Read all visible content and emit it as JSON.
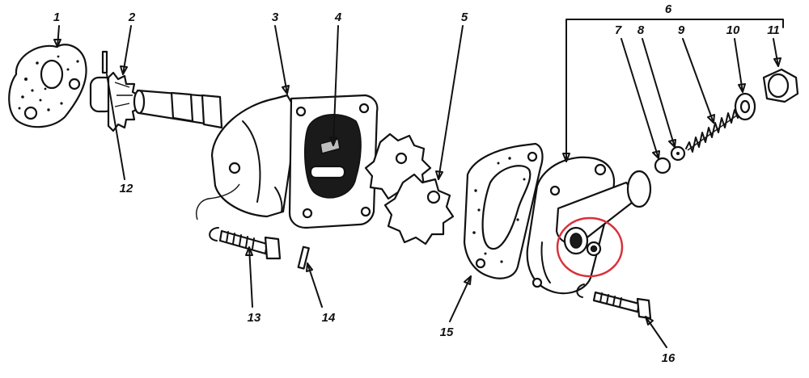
{
  "diagram": {
    "subject": "oil pump exploded view",
    "callouts": [
      "1",
      "2",
      "3",
      "4",
      "5",
      "6",
      "7",
      "8",
      "9",
      "10",
      "11",
      "12",
      "13",
      "14",
      "15",
      "16"
    ],
    "highlight": {
      "shape": "circle",
      "color": "#d9303a"
    },
    "ink_color": "#111111"
  }
}
